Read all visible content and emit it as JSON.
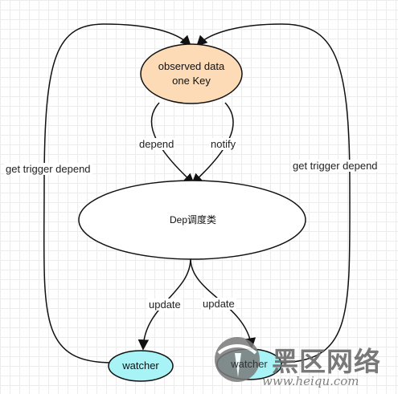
{
  "diagram": {
    "nodes": {
      "observed": {
        "line1": "observed data",
        "line2": "one Key"
      },
      "dep": {
        "label": "Dep调度类"
      },
      "watcher_left": {
        "label": "watcher"
      },
      "watcher_right": {
        "label": "watcher"
      }
    },
    "edges": {
      "depend": "depend",
      "notify": "notify",
      "update_left": "update",
      "update_right": "update",
      "get_left": "get trigger depend",
      "get_right": "get trigger depend"
    }
  },
  "watermark": {
    "text": "黑区网络",
    "url": "www.heiqu.com"
  },
  "colors": {
    "observed_fill": "#fddbb6",
    "watcher_fill": "#a8f3f6",
    "dep_fill": "#ffffff",
    "stroke": "#111111"
  }
}
